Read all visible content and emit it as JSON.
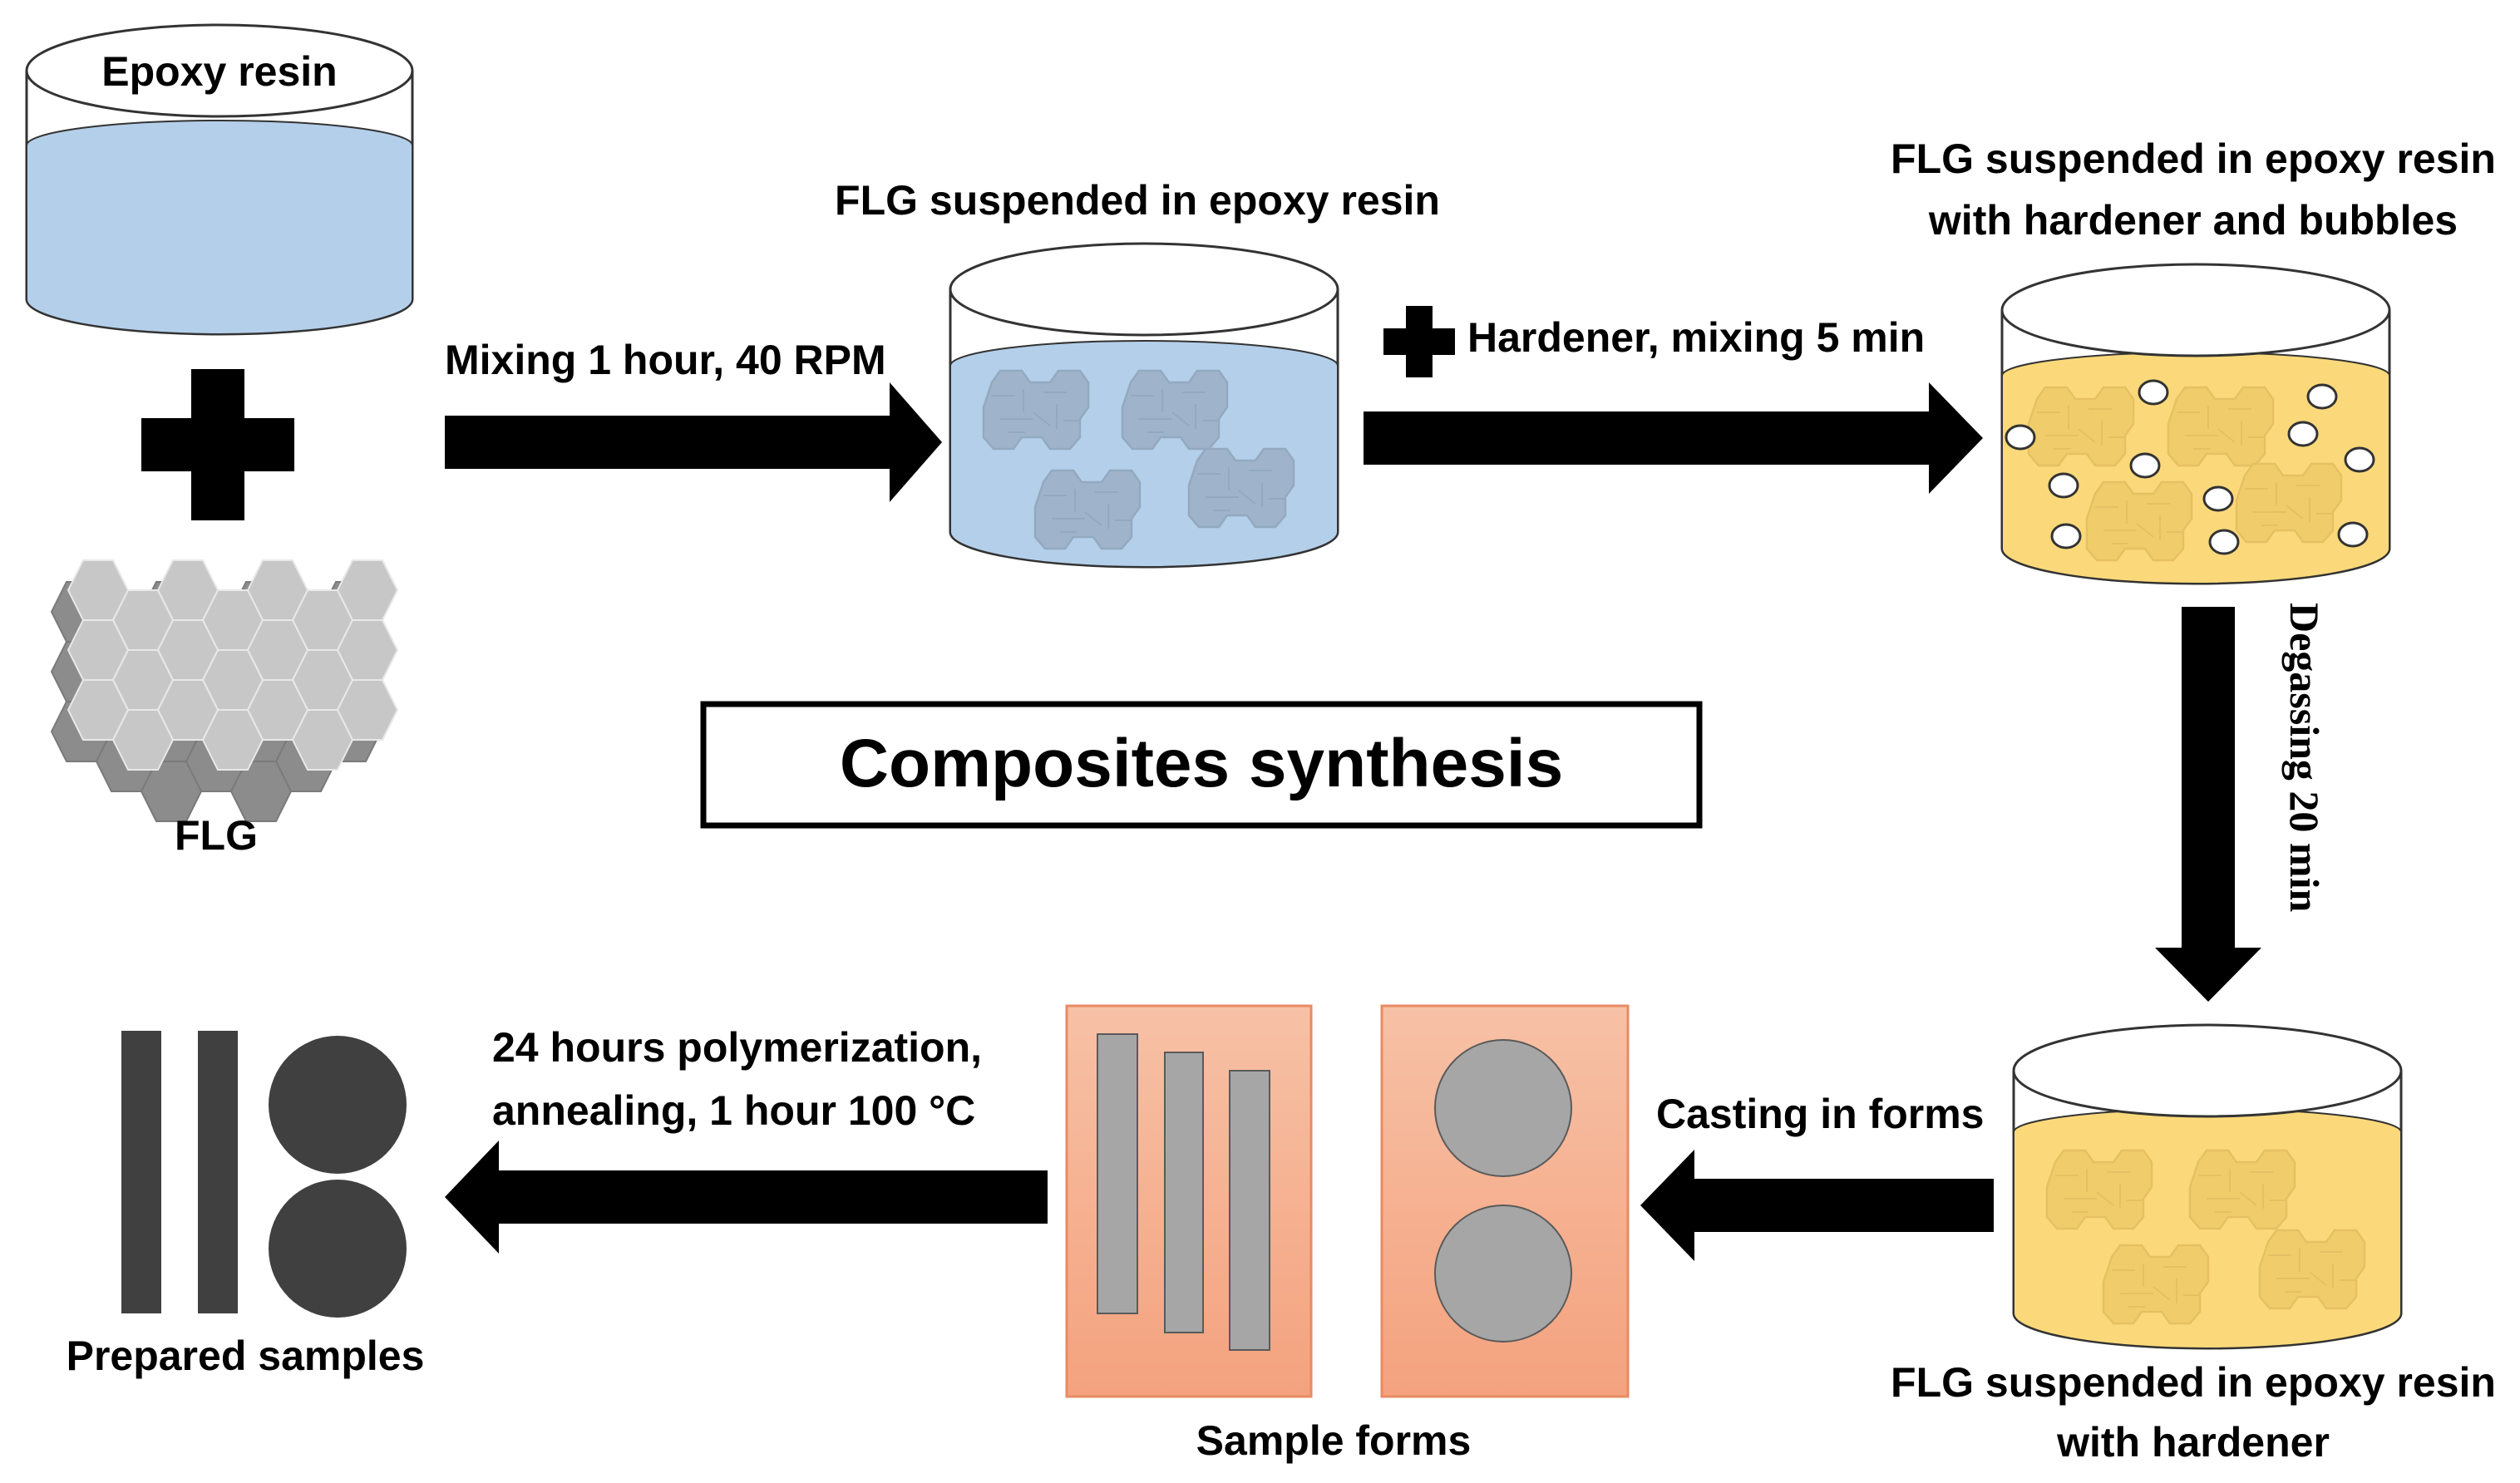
{
  "diagram": {
    "title": "Composites synthesis",
    "colors": {
      "epoxy": "#b4cfea",
      "epoxy_flake": "#93a9bf",
      "hardened": "#fbd97a",
      "hardened_flake": "#e6c063",
      "arrow": "#000000",
      "form": "#f6ad8c",
      "form_edge": "#e98a64",
      "form_item": "#a6a6a6",
      "sample": "#404040",
      "graphene": "#c7c7c7",
      "graphene_dark": "#8c8c8c"
    },
    "nodes": {
      "epoxy_resin": "Epoxy resin",
      "flg": "FLG",
      "suspension": "FLG suspended in epoxy resin",
      "with_bubbles_line1": "FLG suspended in epoxy resin",
      "with_bubbles_line2": "with hardener and bubbles",
      "with_hardener_line1": "FLG suspended in epoxy resin",
      "with_hardener_line2": "with hardener",
      "sample_forms": "Sample forms",
      "prepared_samples": "Prepared samples"
    },
    "steps": {
      "mixing": "Mixing 1 hour, 40 RPM",
      "hardener": "Hardener, mixing 5 min",
      "degassing": "Degassing 20 min",
      "casting": "Casting in forms",
      "polymerization_line1": "24 hours polymerization,",
      "polymerization_line2": "annealing, 1 hour 100 °C"
    }
  }
}
